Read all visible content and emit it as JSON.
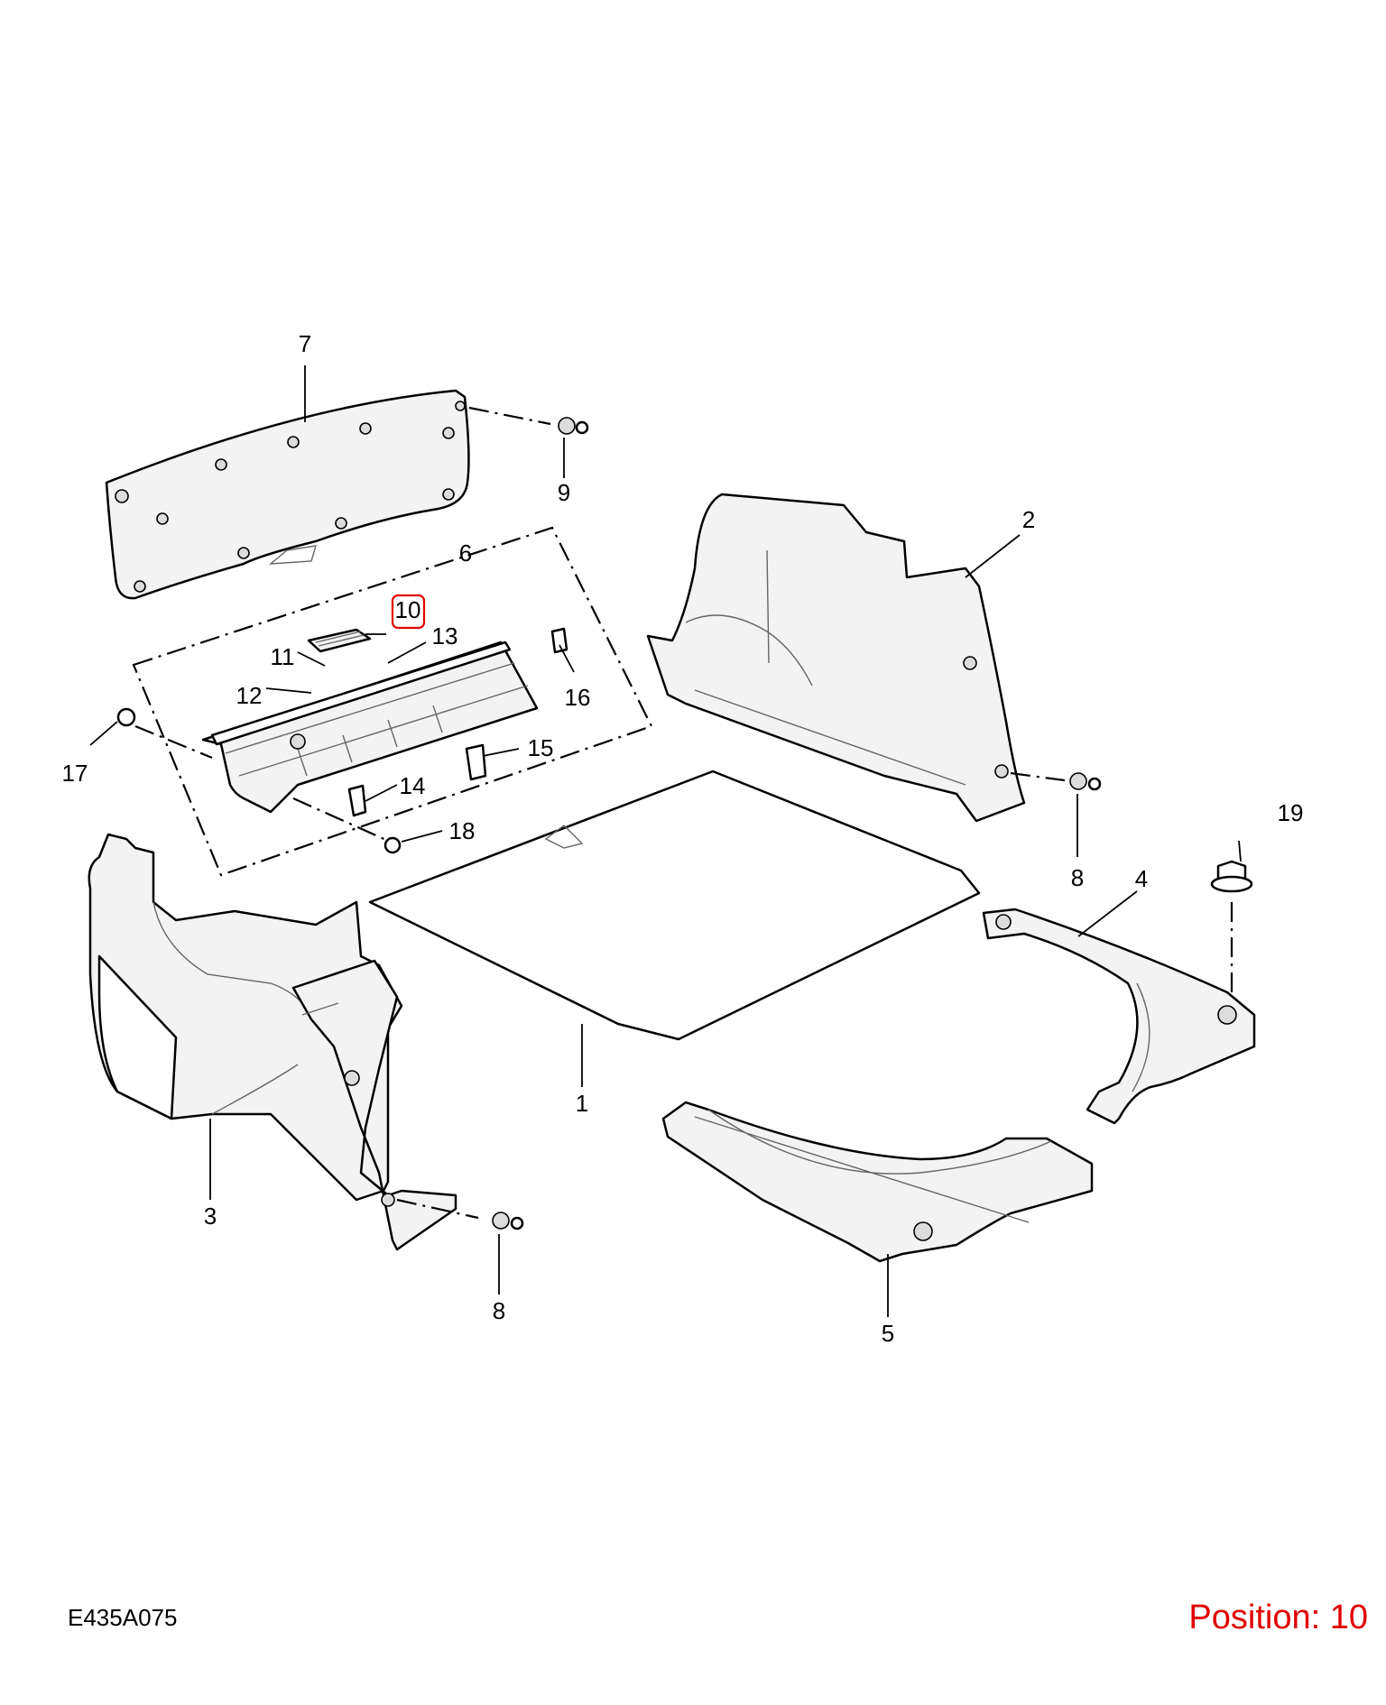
{
  "diagram": {
    "code": "E435A075",
    "position_label": "Position: 10",
    "highlighted_callout": "10",
    "highlight_color": "#e00000",
    "line_color": "#000000",
    "part_fill": "#f3f3f3"
  },
  "callouts": {
    "c1": "1",
    "c2": "2",
    "c3": "3",
    "c4": "4",
    "c5": "5",
    "c6": "6",
    "c7": "7",
    "c8a": "8",
    "c8b": "8",
    "c9": "9",
    "c10": "10",
    "c11": "11",
    "c12": "12",
    "c13": "13",
    "c14": "14",
    "c15": "15",
    "c16": "16",
    "c17": "17",
    "c18": "18",
    "c19": "19"
  }
}
